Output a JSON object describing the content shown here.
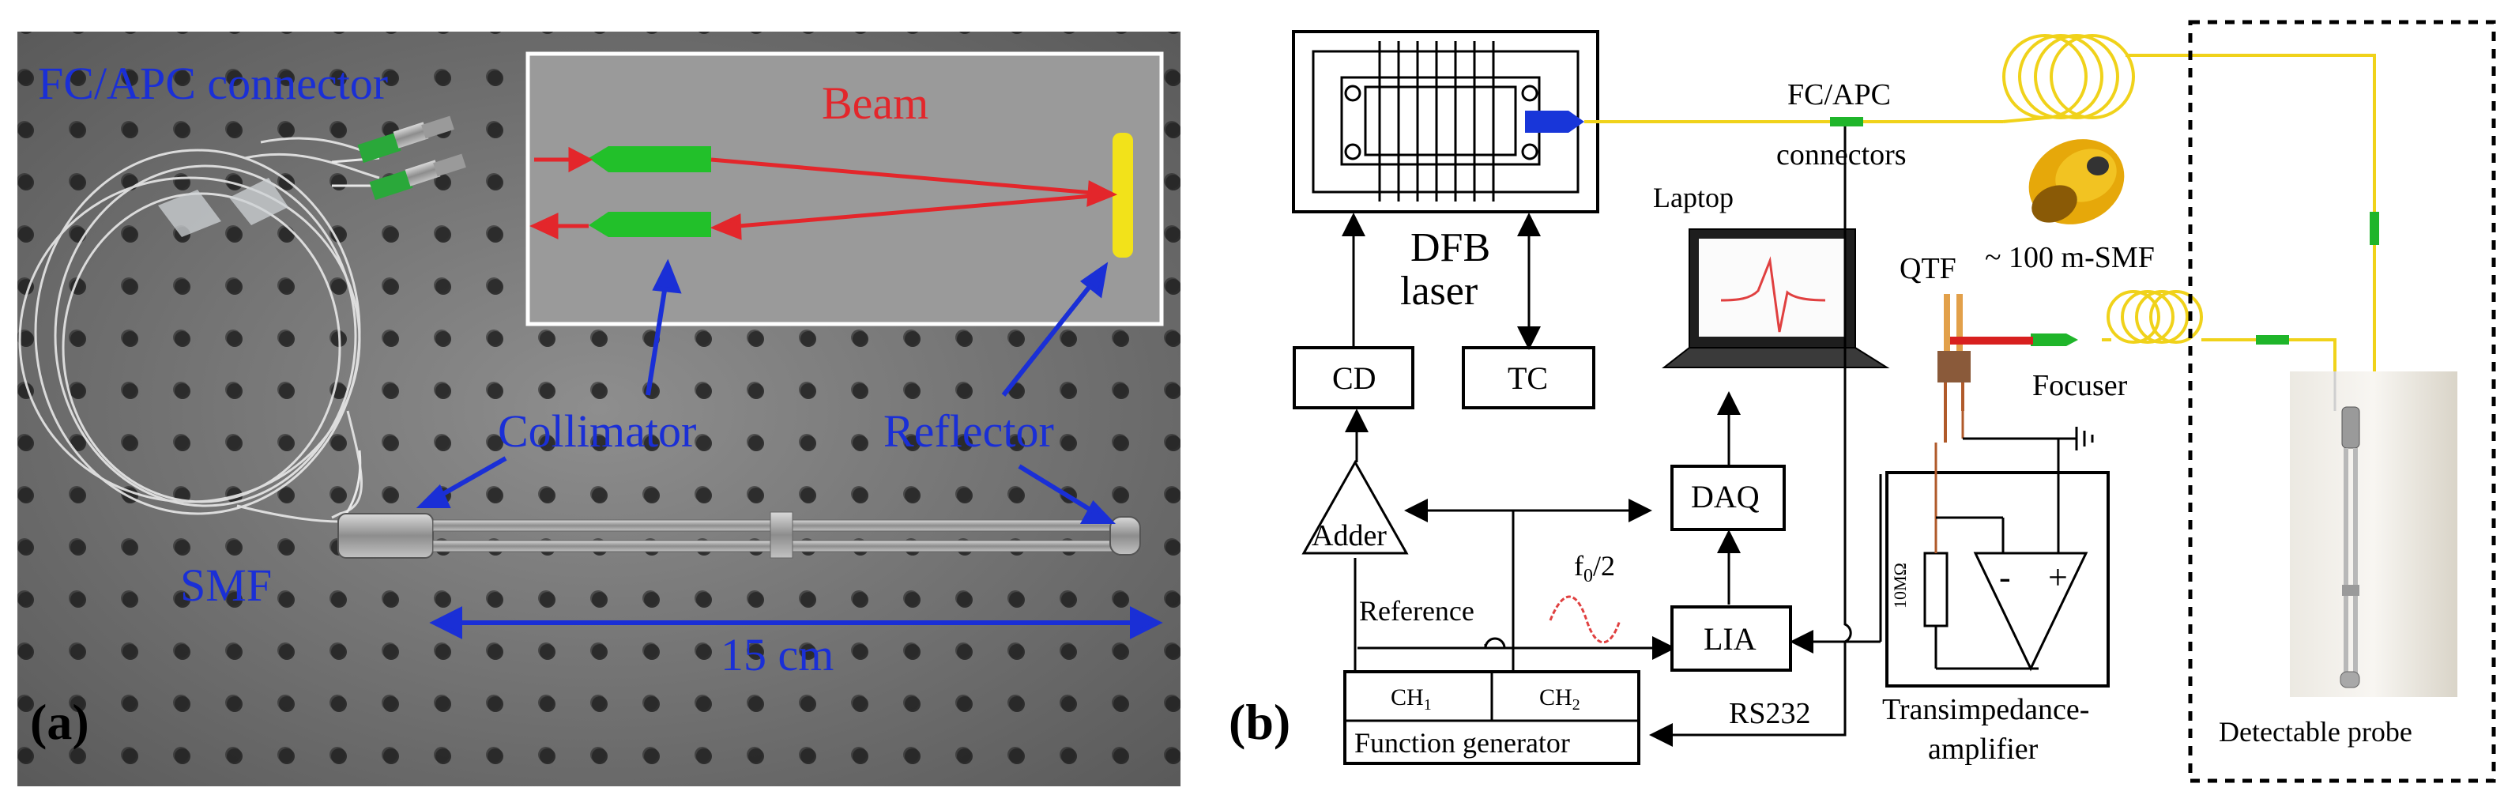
{
  "panel_a": {
    "panel_label": "(a)",
    "labels": {
      "connector": "FC/APC connector",
      "beam": "Beam",
      "collimator": "Collimator",
      "reflector": "Reflector",
      "smf": "SMF",
      "length": "15 cm"
    },
    "colors": {
      "label_blue": "#1a2fd6",
      "beam_red": "#e3262b",
      "collimator_green": "#22c02a",
      "reflector_yellow": "#f2e21a",
      "inset_gray": "#9a9a9a"
    }
  },
  "panel_b": {
    "panel_label": "(b)",
    "labels": {
      "dfb_line1": "DFB",
      "dfb_line2": "laser",
      "cd": "CD",
      "tc": "TC",
      "adder": "Adder",
      "daq": "DAQ",
      "lia": "LIA",
      "laptop": "Laptop",
      "qtf": "QTF",
      "fc_apc": "FC/APC",
      "connectors": "connectors",
      "smf_100": "~ 100 m-SMF",
      "focuser": "Focuser",
      "reference": "Reference",
      "f0_base": "f",
      "f0_sub": "0",
      "f0_tail": "/2",
      "ch1_base": "CH",
      "ch1_sub": "1",
      "ch2_base": "CH",
      "ch2_sub": "2",
      "function_generator": "Function generator",
      "rs232": "RS232",
      "resistor": "10MΩ",
      "opamp_minus": "-",
      "opamp_plus": "+",
      "transimpedance_1": "Transimpedance-",
      "transimpedance_2": "amplifier",
      "probe": "Detectable probe"
    },
    "colors": {
      "fiber_yellow": "#f0d21a",
      "connector_green": "#1fb52a",
      "laser_blue": "#1836d9",
      "qtf_red": "#d8201f"
    }
  }
}
